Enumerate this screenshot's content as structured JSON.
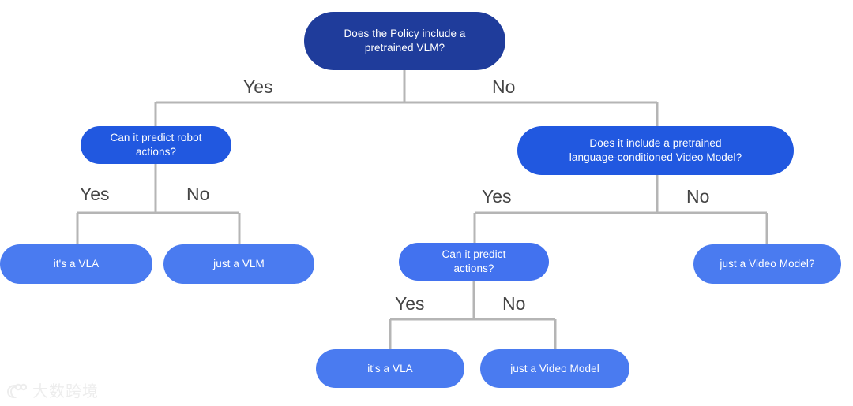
{
  "diagram": {
    "title": "VLA / VLM / Video Model decision tree",
    "background_color": "#ffffff",
    "edge_color": "#b5b5b5",
    "edge_label_color": "#444444",
    "node_colors": {
      "root": "#1f3c9b",
      "branch": "#2158e0",
      "branch_light": "#4272ef",
      "leaf": "#4a7bf0",
      "node_text": "#ffffff"
    },
    "nodes": {
      "root": "Does the Policy include a\npretrained VLM?",
      "branch_left": "Can it predict robot\nactions?",
      "branch_right": "Does it include a pretrained\nlanguage-conditioned Video Model?",
      "branch_mid": "Can it predict\nactions?",
      "leaf_vla_left": "it's a VLA",
      "leaf_vlm": "just a VLM",
      "leaf_video_model_q": "just a Video Model?",
      "leaf_vla_bottom": "it's a VLA",
      "leaf_video_model": "just a Video Model"
    },
    "edge_labels": {
      "root_yes": "Yes",
      "root_no": "No",
      "left_yes": "Yes",
      "left_no": "No",
      "right_yes": "Yes",
      "right_no": "No",
      "mid_yes": "Yes",
      "mid_no": "No"
    }
  },
  "watermark": {
    "text": "大数跨境"
  }
}
